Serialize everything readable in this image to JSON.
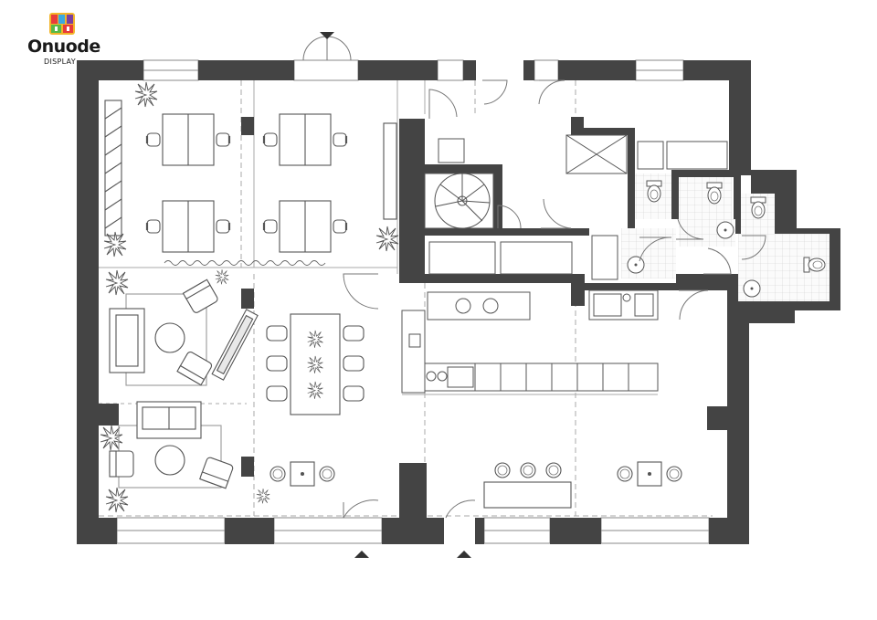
{
  "brand": {
    "name": "Onuode",
    "subtitle": "DISPLAY",
    "logo_icon": "onuode-logo-icon",
    "logo_colors": [
      "#e83b3b",
      "#f2b52a",
      "#3aa8e0",
      "#7a3fa0",
      "#58b947"
    ]
  },
  "colors": {
    "wall": "#444444",
    "line": "#9a9a9a",
    "furniture_fill": "#ffffff",
    "tile": "#efefef"
  },
  "icons": {
    "entrance_arrow": "entrance-arrow-icon",
    "plant": "plant-icon",
    "toilet": "toilet-icon",
    "sink": "sink-icon",
    "shower": "shower-icon",
    "spiral_stair": "spiral-stair-icon",
    "chair": "chair-icon",
    "door_swing": "door-swing-icon"
  },
  "rooms": [
    {
      "id": "open-office",
      "label": ""
    },
    {
      "id": "lounge",
      "label": ""
    },
    {
      "id": "meeting",
      "label": ""
    },
    {
      "id": "kitchen",
      "label": ""
    },
    {
      "id": "bathroom",
      "label": ""
    }
  ]
}
